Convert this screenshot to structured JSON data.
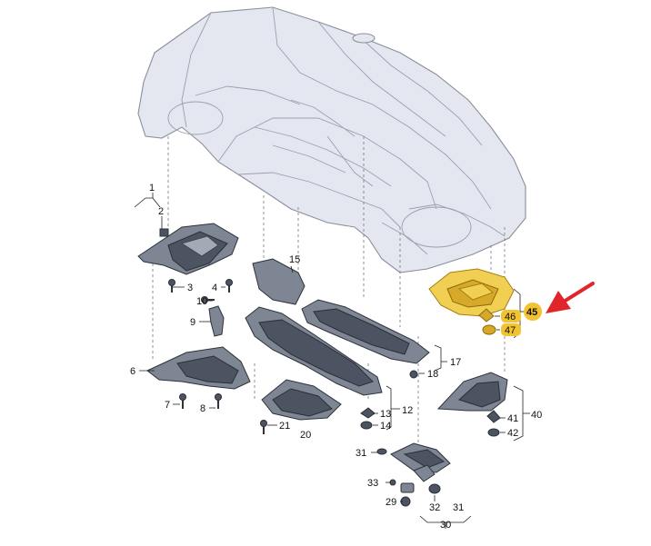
{
  "callouts": {
    "c1": "1",
    "c2": "2",
    "c3": "3",
    "c4": "4",
    "c6": "6",
    "c7": "7",
    "c8": "8",
    "c9": "9",
    "c10": "10",
    "c12": "12",
    "c13": "13",
    "c14": "14",
    "c15": "15",
    "c17": "17",
    "c18": "18",
    "c20": "20",
    "c21": "21",
    "c29": "29",
    "c30": "30",
    "c31a": "31",
    "c31b": "31",
    "c32": "32",
    "c33": "33",
    "c40": "40",
    "c41": "41",
    "c42": "42",
    "c45": "45",
    "c46": "46",
    "c47": "47"
  },
  "colors": {
    "highlight": "#f0cf52",
    "highlight_badge": "#f2c230",
    "arrow": "#e0262b",
    "part_dark": "#4d5461",
    "car_body": "#e4e7ef"
  },
  "icons": {
    "pointer": "red-arrow-icon"
  }
}
